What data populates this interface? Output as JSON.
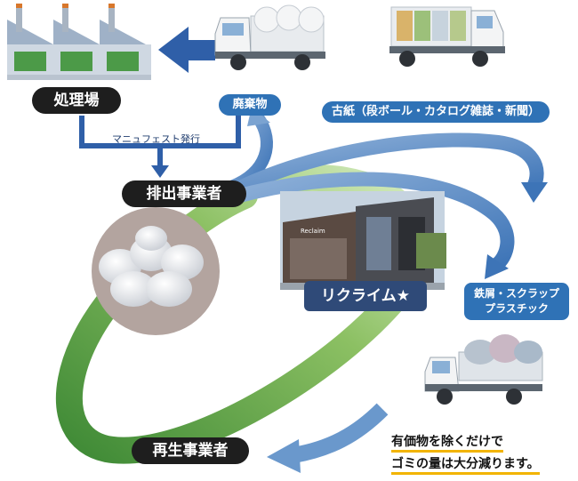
{
  "nodes": {
    "treatment_plant": "処理場",
    "discharger": "排出事業者",
    "recycler": "再生事業者",
    "reclaim": "リクライム★"
  },
  "flows": {
    "manifest": "マニュフェスト発行",
    "waste": "廃棄物",
    "paper": "古紙（段ボール・カタログ雑誌・新聞）",
    "metal_line1": "鉄屑・スクラップ",
    "metal_line2": "プラスチック"
  },
  "caption": {
    "line1": "有価物を除くだけで",
    "line2": "ゴミの量は大分減ります。"
  },
  "building_sign": "Reclaim",
  "colors": {
    "flow_blue": "#3d74b7",
    "cycle_green": "#5e9c45",
    "pill_black": "#1e1e1e",
    "pill_navy": "#2f4a78",
    "highlight": "#f2b400"
  }
}
